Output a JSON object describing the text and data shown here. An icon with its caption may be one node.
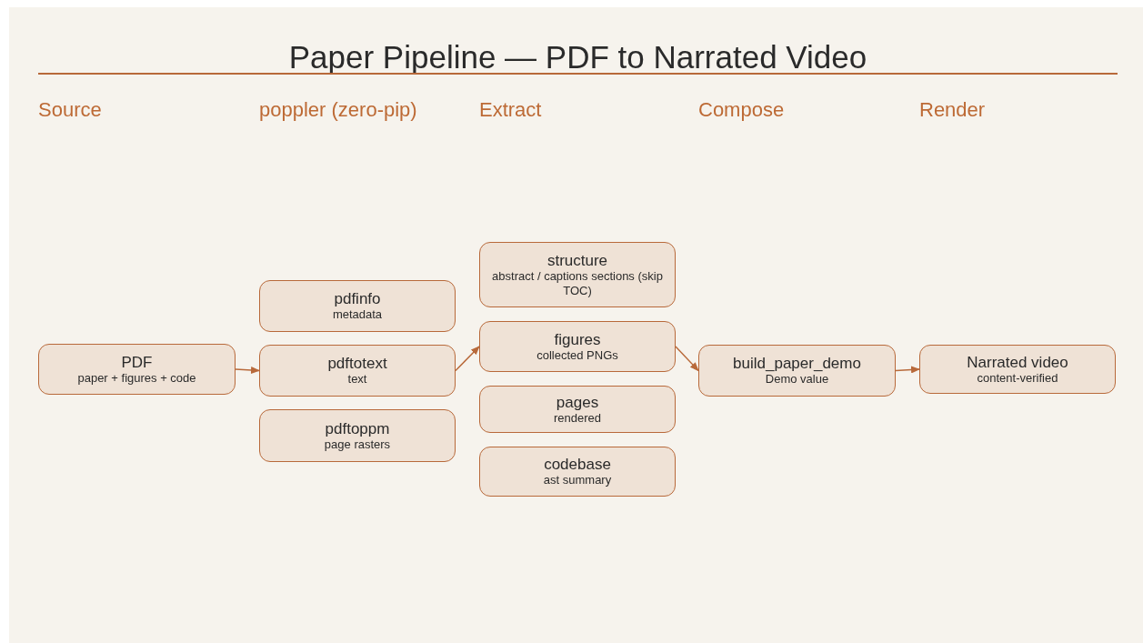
{
  "diagram": {
    "title": "Paper Pipeline — PDF to Narrated Video",
    "nodes": [
      {
        "text": [
          "PDF",
          "paper + figures + code"
        ]
      },
      {
        "text": [
          "pdfinfo",
          "metadata"
        ]
      },
      {
        "text": [
          "pdftotext",
          "text"
        ]
      },
      {
        "text": [
          "pdftoppm",
          "page rasters"
        ]
      },
      {
        "text": [
          "structure",
          "abstract / captions sections (skip TOC)"
        ]
      },
      {
        "text": [
          "figures",
          "collected PNGs"
        ]
      },
      {
        "text": [
          "pages",
          "rendered"
        ]
      },
      {
        "text": [
          "codebase",
          "ast summary"
        ]
      },
      {
        "text": [
          "build_paper_demo",
          "Demo value"
        ]
      },
      {
        "text": [
          "Narrated video",
          "content-verified"
        ]
      }
    ],
    "edges": [
      {
        "from": 0,
        "to": 2,
        "arrow": "to"
      },
      {
        "from": 2,
        "to": 5,
        "arrow": "to"
      },
      {
        "from": 5,
        "to": 8,
        "arrow": "to"
      },
      {
        "from": 8,
        "to": 9,
        "arrow": "to"
      }
    ],
    "labels": [
      "Source",
      "poppler (zero-pip)",
      "Extract",
      "Compose",
      "Render"
    ]
  }
}
